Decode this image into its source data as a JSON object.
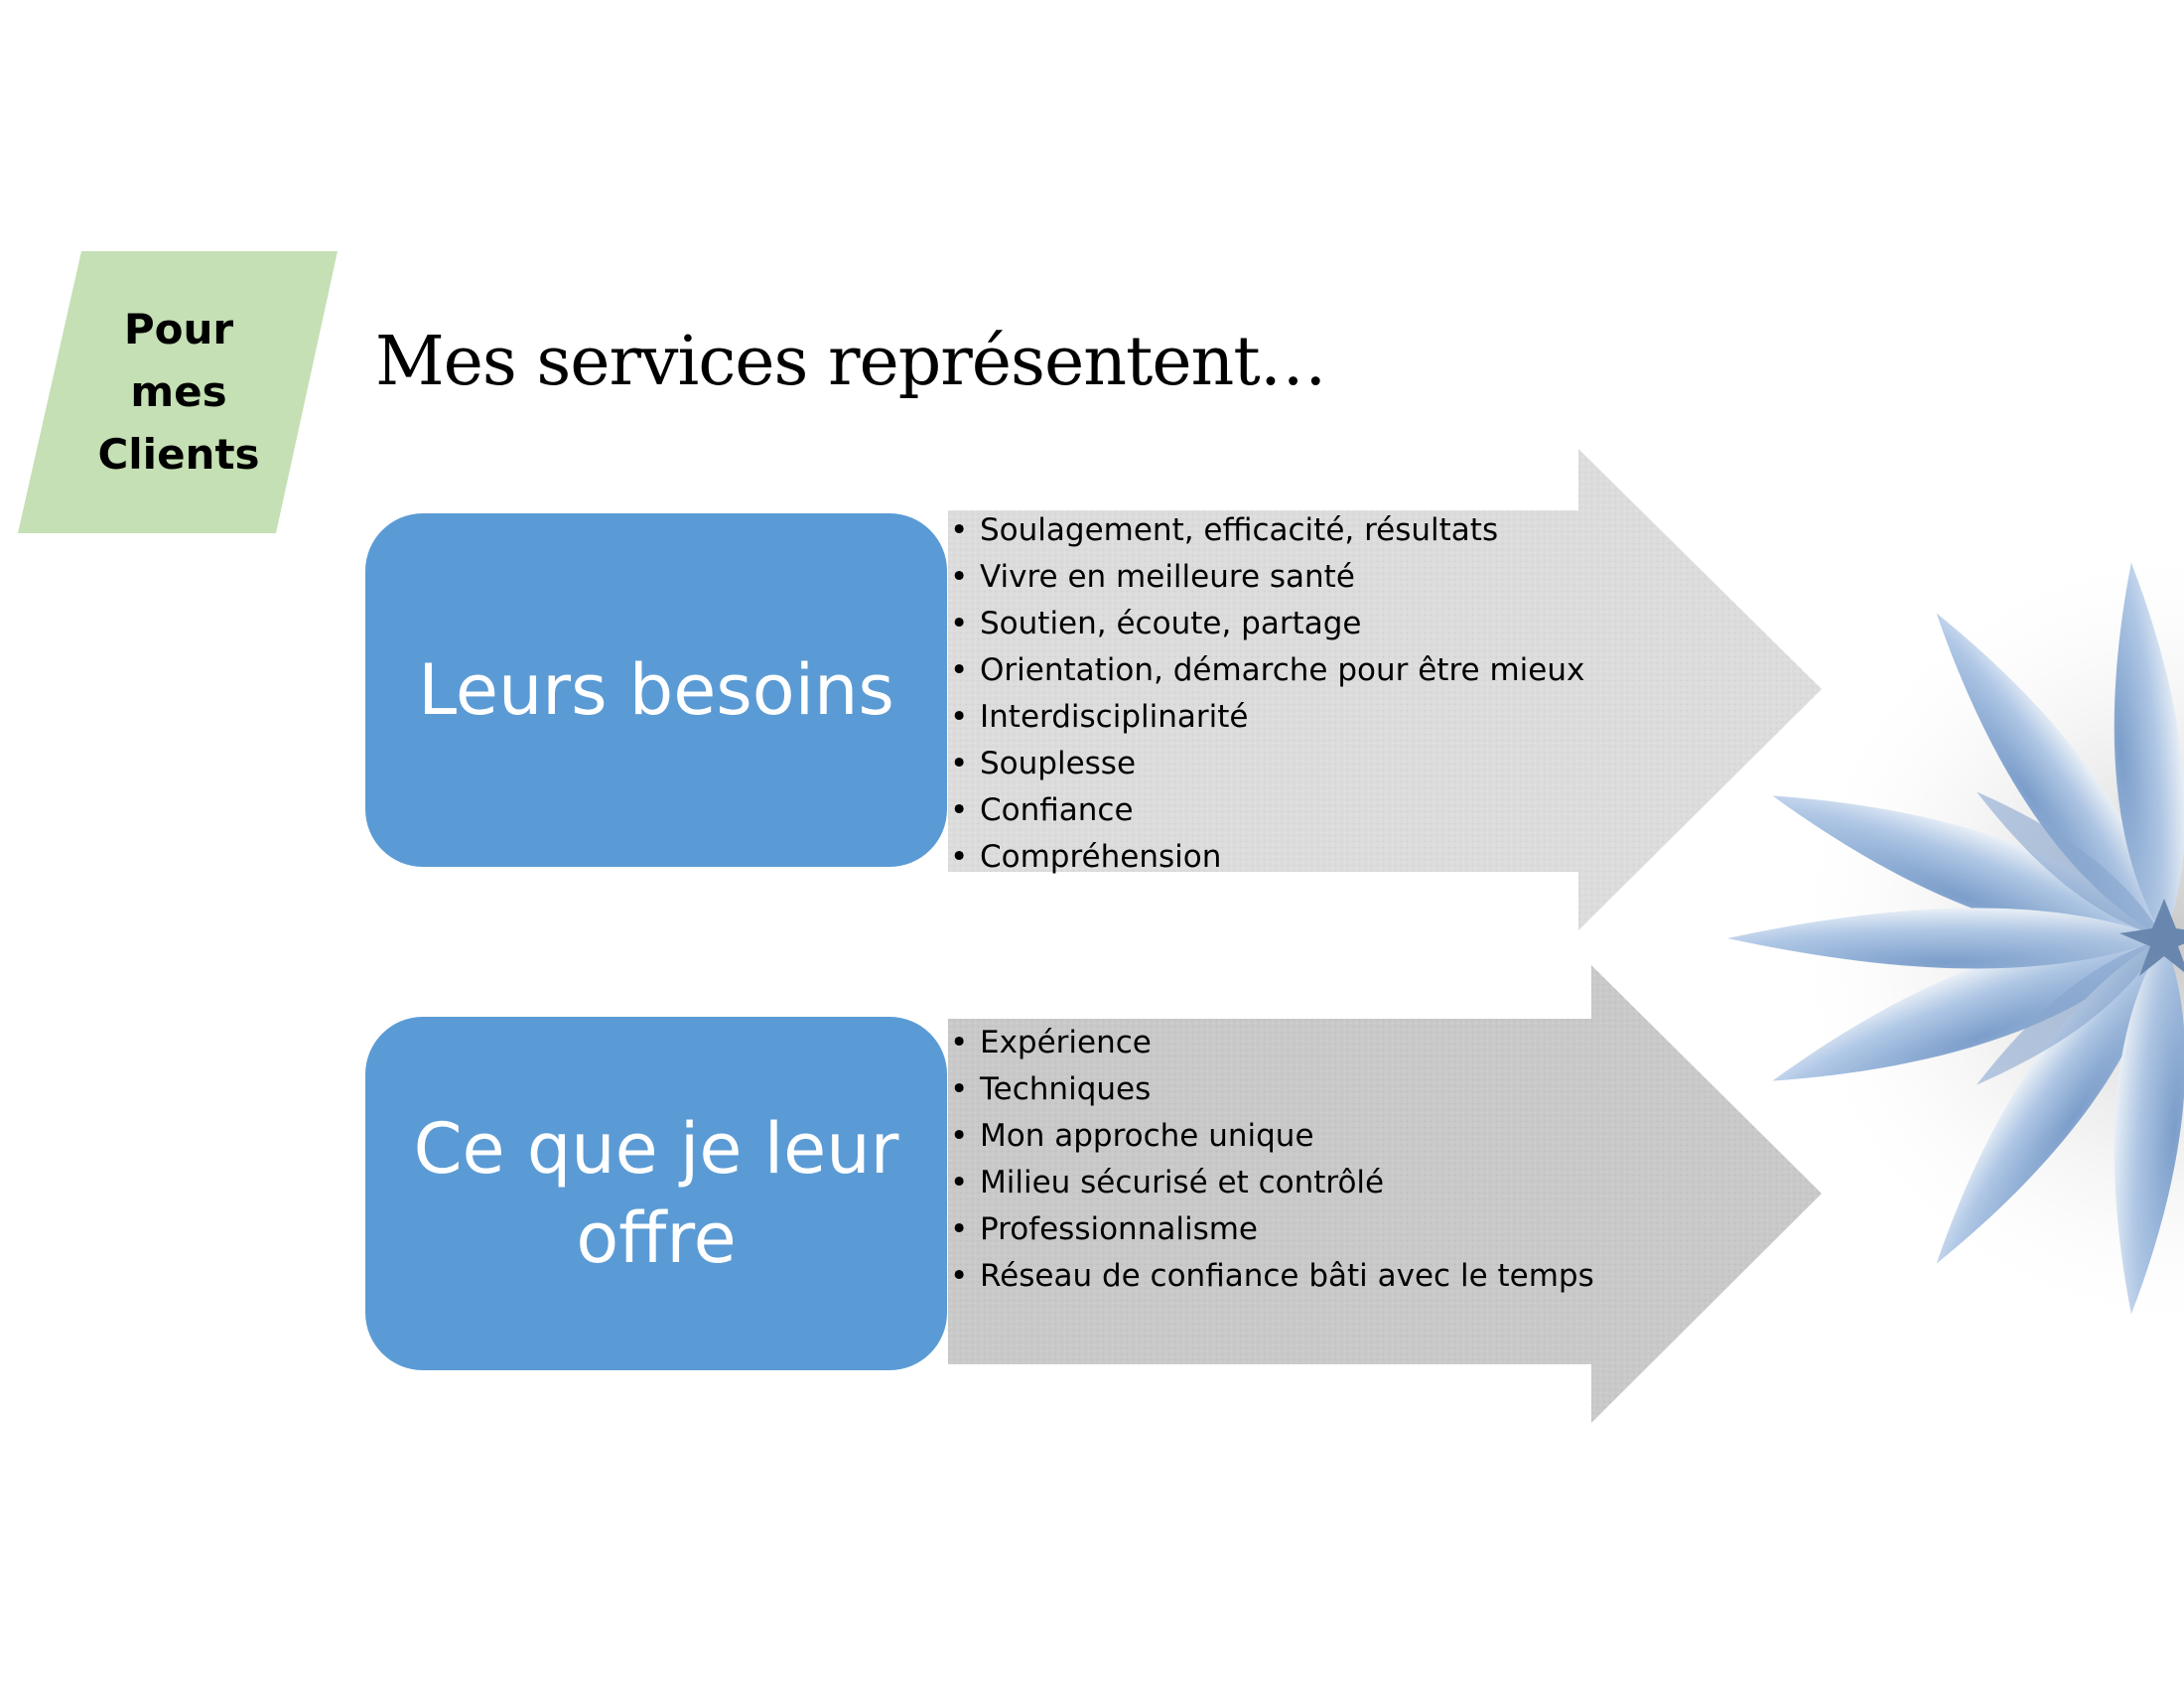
{
  "tag": {
    "label": "Pour\nmes\nClients",
    "color": "#c5e0b4"
  },
  "title": "Mes services représentent…",
  "colors": {
    "node": "#5b9bd5",
    "arrow_top": "#dcdcdc",
    "arrow_bottom": "#c9c9c9",
    "flower": "#8fb3df"
  },
  "sections": [
    {
      "label": "Leurs besoins",
      "items": [
        "Soulagement, efficacité, résultats",
        "Vivre en meilleure santé",
        "Soutien, écoute, partage",
        "Orientation, démarche pour être mieux",
        "Interdisciplinarité",
        "Souplesse",
        "Confiance",
        "Compréhension"
      ]
    },
    {
      "label": "Ce que je leur offre",
      "items": [
        "Expérience",
        "Techniques",
        "Mon approche unique",
        "Milieu sécurisé et contrôlé",
        "Professionnalisme",
        "Réseau de confiance bâti avec le temps"
      ]
    }
  ],
  "decoration": {
    "icon": "lotus-flower-icon"
  }
}
